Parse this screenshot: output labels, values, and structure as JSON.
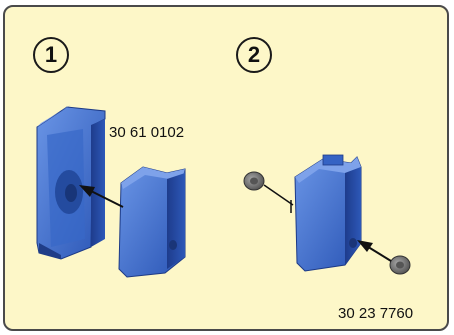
{
  "figure": {
    "steps": [
      {
        "number": "1",
        "part_number": "30 61 0102"
      },
      {
        "number": "2",
        "part_number": "30 23 7760"
      }
    ],
    "colors": {
      "panel_background": "#fdf7c8",
      "border": "#4a4a4a",
      "part_blue": "#2f5fc0",
      "part_blue_dark": "#1f3f8f",
      "part_blue_light": "#5f8ae0",
      "grommet": "#6f6f6f",
      "arrow": "#111111"
    },
    "icons": [
      "bracket-part",
      "cover-part",
      "grommet-part",
      "housing-part",
      "arrow"
    ]
  }
}
